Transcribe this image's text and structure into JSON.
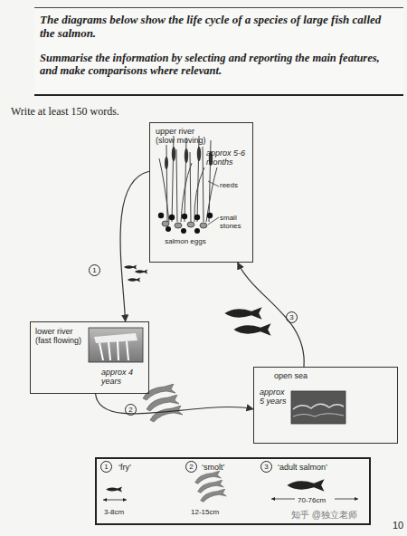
{
  "diagram": {
    "nodes": [
      {
        "text": [
          "The diagrams below show the life cycle of a species of large fish called the salmon.",
          "Summarise the information by selecting and reporting the main features, and make comparisons where relevant."
        ]
      },
      {
        "text": [
          "upper river (slow moving)",
          "approx 5-6 months"
        ]
      },
      {
        "text": [
          "lower river (fast flowing)",
          "approx 4 years"
        ]
      },
      {
        "text": [
          "open sea",
          "approx 5 years"
        ]
      },
      {
        "text": [
          "‘fry’",
          "3-8cm",
          "‘smolt’",
          "12-15cm",
          "‘adult salmon’",
          "70-76cm"
        ]
      }
    ],
    "edges": [
      {
        "from": 1,
        "to": 2,
        "arrow": "to"
      },
      {
        "from": 2,
        "to": 3,
        "arrow": "to"
      },
      {
        "from": 3,
        "to": 1,
        "arrow": "to"
      }
    ],
    "labels": [
      "Write at least 150 words.",
      "reeds",
      "small stones",
      "salmon eggs",
      "1",
      "2",
      "3",
      "1",
      "2",
      "3",
      "知乎 @独立老师",
      "10"
    ]
  }
}
